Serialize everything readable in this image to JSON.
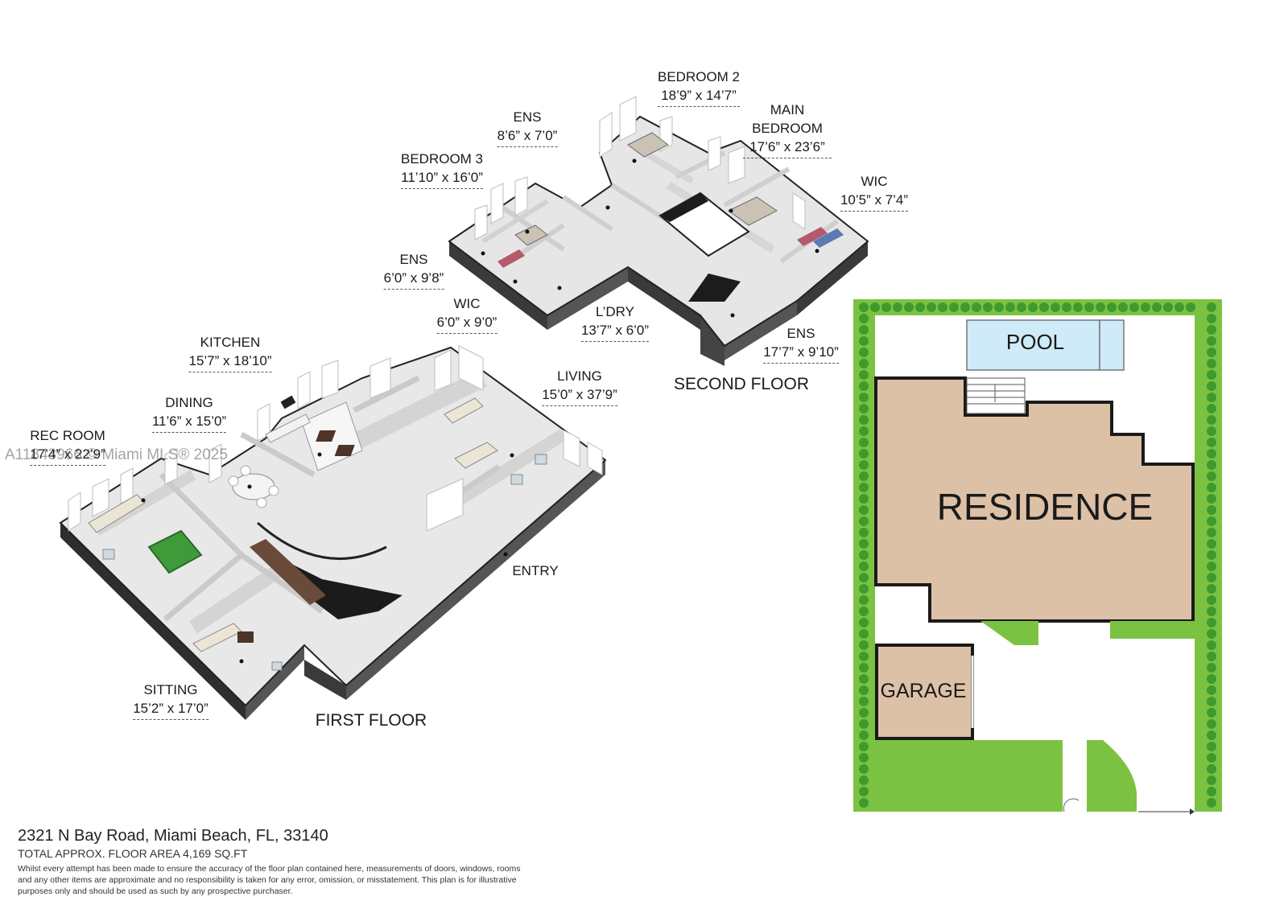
{
  "watermark": "A11843966 © Miami MLS® 2025",
  "floors": {
    "first": "FIRST FLOOR",
    "second": "SECOND FLOOR"
  },
  "rooms": [
    {
      "id": "bedroom-2",
      "name": "BEDROOM 2",
      "dims": "18’9” x 14’7”"
    },
    {
      "id": "main-bedroom",
      "name": "MAIN BEDROOM",
      "dims": "17’6” x 23’6”"
    },
    {
      "id": "ens-upper",
      "name": "ENS",
      "dims": "8’6” x 7’0”"
    },
    {
      "id": "bedroom-3",
      "name": "BEDROOM 3",
      "dims": "11’10” x 16’0”"
    },
    {
      "id": "wic-right",
      "name": "WIC",
      "dims": "10’5” x 7’4”"
    },
    {
      "id": "ens-left",
      "name": "ENS",
      "dims": "6’0” x 9’8”"
    },
    {
      "id": "wic-left",
      "name": "WIC",
      "dims": "6’0” x 9’0”"
    },
    {
      "id": "laundry",
      "name": "L’DRY",
      "dims": "13’7” x 6’0”"
    },
    {
      "id": "ens-lower",
      "name": "ENS",
      "dims": "17’7” x 9’10”"
    },
    {
      "id": "kitchen",
      "name": "KITCHEN",
      "dims": "15’7” x 18’10”"
    },
    {
      "id": "living",
      "name": "LIVING",
      "dims": "15’0” x 37’9”"
    },
    {
      "id": "dining",
      "name": "DINING",
      "dims": "11’6” x 15’0”"
    },
    {
      "id": "rec-room",
      "name": "REC ROOM",
      "dims": "17’4” x 22’9”"
    },
    {
      "id": "entry",
      "name": "ENTRY",
      "dims": ""
    },
    {
      "id": "sitting",
      "name": "SITTING",
      "dims": "15’2” x 17’0”"
    }
  ],
  "site_plan": {
    "pool": "POOL",
    "residence": "RESIDENCE",
    "garage": "GARAGE",
    "colors": {
      "lawn": "#7cc242",
      "shrub": "#3f9a2e",
      "building": "#ddc1a6",
      "pool": "#cfeaf8",
      "outline": "#1a1a1a"
    }
  },
  "footer": {
    "address": "2321 N Bay Road, Miami Beach, FL, 33140",
    "area": "TOTAL APPROX. FLOOR AREA 4,169 SQ.FT",
    "disclaimer": "Whilst every attempt has been made to ensure the accuracy of the floor plan contained here, measurements of doors, windows, rooms and any other items are approximate and no responsibility is taken for any error, omission, or misstatement. This plan is for illustrative purposes only and should be used as such by any prospective purchaser."
  }
}
